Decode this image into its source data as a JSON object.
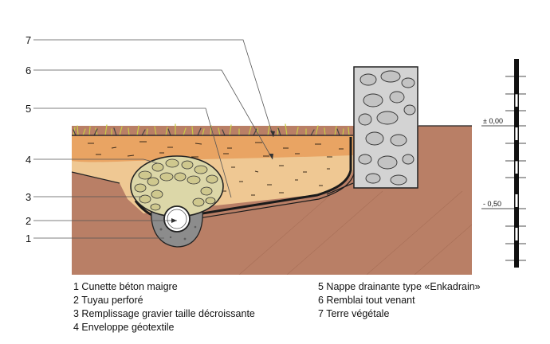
{
  "callouts": [
    "7",
    "6",
    "5",
    "4",
    "3",
    "2",
    "1"
  ],
  "scale": {
    "top_label": "± 0,00",
    "bottom_label": "- 0,50"
  },
  "legend": {
    "left": [
      "1 Cunette béton maigre",
      "2 Tuyau perforé",
      "3 Remplissage gravier taille décroissante",
      "4 Enveloppe géotextile"
    ],
    "right": [
      "5 Nappe drainante type «Enkadrain»",
      "6 Remblai tout venant",
      "7 Terre végétale"
    ]
  },
  "colors": {
    "soil": "#b97f66",
    "topsoil": "#e9a463",
    "backfill": "#efc893",
    "gravel": "#dcd7a8",
    "concrete": "#8c8c8c",
    "wall": "#d3d3d3",
    "grass": "#c8cc45"
  }
}
